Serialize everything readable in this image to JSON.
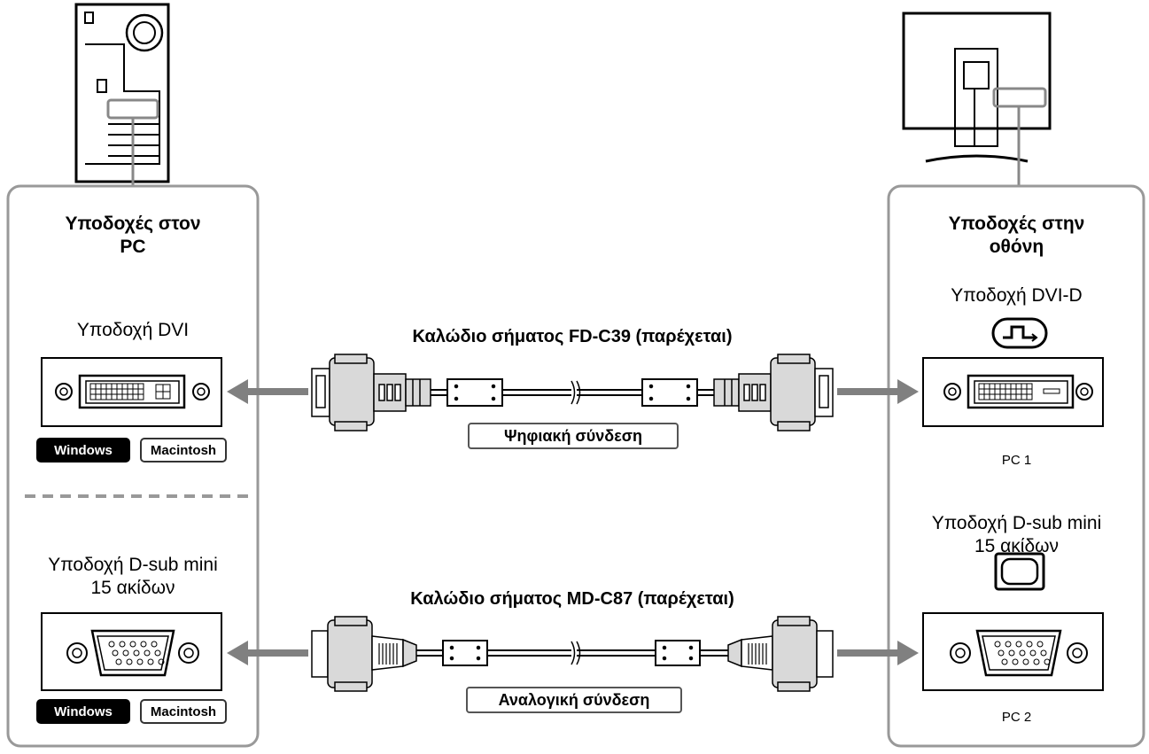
{
  "left_panel": {
    "title_line1": "Υποδοχές στον",
    "title_line2": "PC",
    "dvi_label": "Υποδοχή DVI",
    "dsub_label_line1": "Υποδοχή D-sub mini",
    "dsub_label_line2": "15 ακίδων",
    "badge_windows": "Windows",
    "badge_macintosh": "Macintosh"
  },
  "right_panel": {
    "title_line1": "Υποδοχές στην",
    "title_line2": "οθόνη",
    "dvi_label": "Υποδοχή DVI-D",
    "dvi_input": "PC 1",
    "dsub_label_line1": "Υποδοχή D-sub mini",
    "dsub_label_line2": "15 ακίδων",
    "dsub_input": "PC 2"
  },
  "cables": {
    "digital_title": "Καλώδιο σήματος FD-C39 (παρέχεται)",
    "digital_type": "Ψηφιακή σύνδεση",
    "analog_title": "Καλώδιο σήματος MD-C87 (παρέχεται)",
    "analog_type": "Αναλογική σύνδεση"
  },
  "colors": {
    "arrow": "#808080",
    "panel_border": "#999999",
    "connector_fill": "#d9d9d9",
    "badge_black": "#000000"
  }
}
